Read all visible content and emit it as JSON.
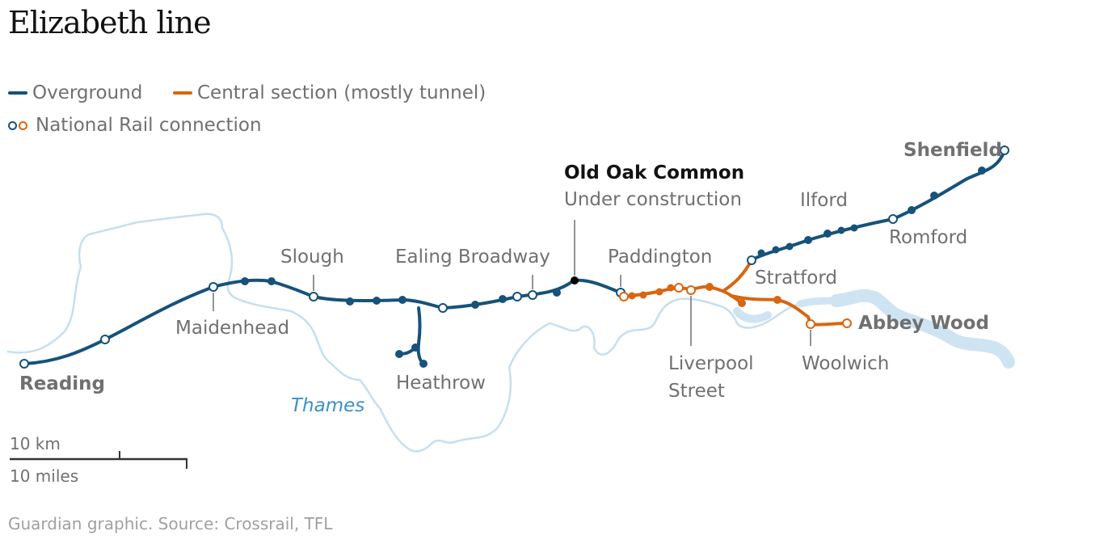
{
  "title": "Elizabeth line",
  "legend": {
    "overground": "Overground",
    "central": "Central section (mostly tunnel)",
    "national_rail": "National Rail connection"
  },
  "colors": {
    "overground": "#16527a",
    "central": "#d86612",
    "river": "#c6dff0",
    "river_label": "#3d8fc8",
    "text": "#707070",
    "title": "#121212"
  },
  "stations": {
    "reading": "Reading",
    "maidenhead": "Maidenhead",
    "slough": "Slough",
    "heathrow": "Heathrow",
    "ealing": "Ealing Broadway",
    "old_oak": "Old Oak Common",
    "old_oak_note": "Under construction",
    "paddington": "Paddington",
    "liverpool_1": "Liverpool",
    "liverpool_2": "Street",
    "stratford": "Stratford",
    "ilford": "Ilford",
    "romford": "Romford",
    "shenfield": "Shenfield",
    "woolwich": "Woolwich",
    "abbey_wood": "Abbey Wood"
  },
  "river": "Thames",
  "scale": {
    "km": "10 km",
    "miles": "10 miles"
  },
  "source": "Guardian graphic. Source: Crossrail, TFL"
}
